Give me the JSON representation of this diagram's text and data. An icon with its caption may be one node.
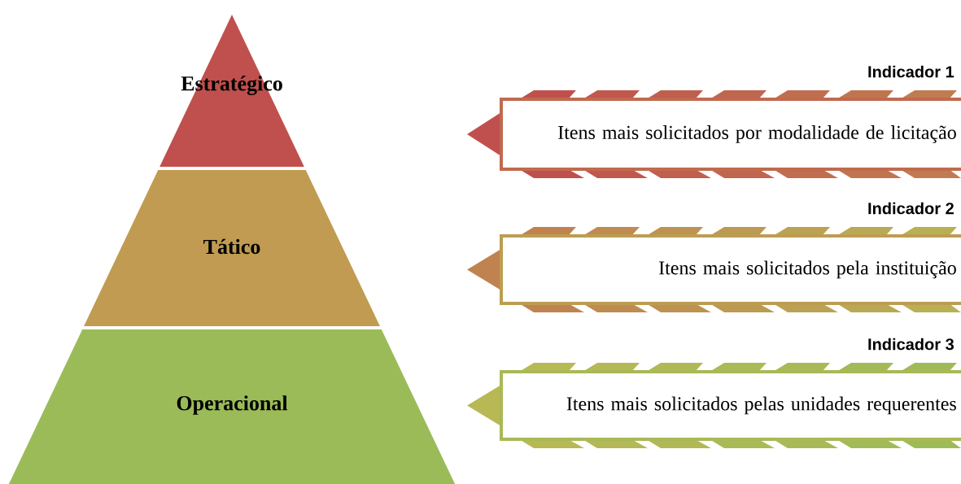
{
  "diagram": {
    "nodes": [
      {
        "text": [
          "Estratégico"
        ]
      },
      {
        "text": [
          "Tático"
        ]
      },
      {
        "text": [
          "Operacional"
        ]
      },
      {
        "text": [
          "Indicador 1",
          "Itens mais solicitados por modalidade de licitação"
        ]
      },
      {
        "text": [
          "Indicador 2",
          "Itens mais solicitados pela instituição"
        ]
      },
      {
        "text": [
          "Indicador 3",
          "Itens mais solicitados pelas unidades requerentes"
        ]
      }
    ]
  }
}
